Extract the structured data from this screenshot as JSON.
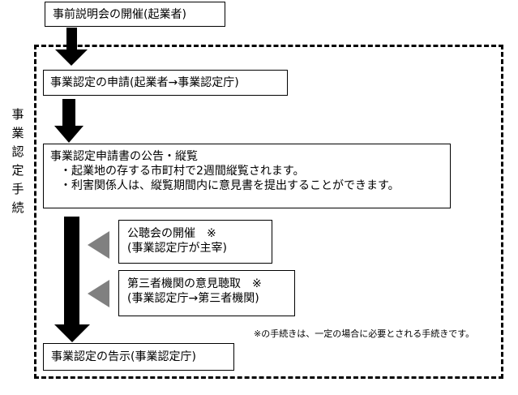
{
  "diagram": {
    "side_label": [
      "事",
      "業",
      "認",
      "定",
      "手",
      "続"
    ],
    "steps": {
      "pre_meeting": "事前説明会の開催(起業者)",
      "application": "事業認定の申請(起業者→事業認定庁)",
      "public_notice": {
        "title": "事業認定申請書の公告・縦覧",
        "bullets": [
          "・起業地の存する市町村で2週間縦覧されます。",
          "・利害関係人は、縦覧期間内に意見書を提出することができます。"
        ]
      },
      "public_hearing": {
        "line1": "公聴会の開催　※",
        "line2": "(事業認定庁が主宰)"
      },
      "third_party": {
        "line1": "第三者機関の意見聴取　※",
        "line2": "(事業認定庁→第三者機関)"
      },
      "announcement": "事業認定の告示(事業認定庁)"
    },
    "footnote": "※の手続きは、一定の場合に必要とされる手続きです。",
    "colors": {
      "arrow": "#000000",
      "side_triangle": "#808080",
      "border": "#000000"
    }
  }
}
